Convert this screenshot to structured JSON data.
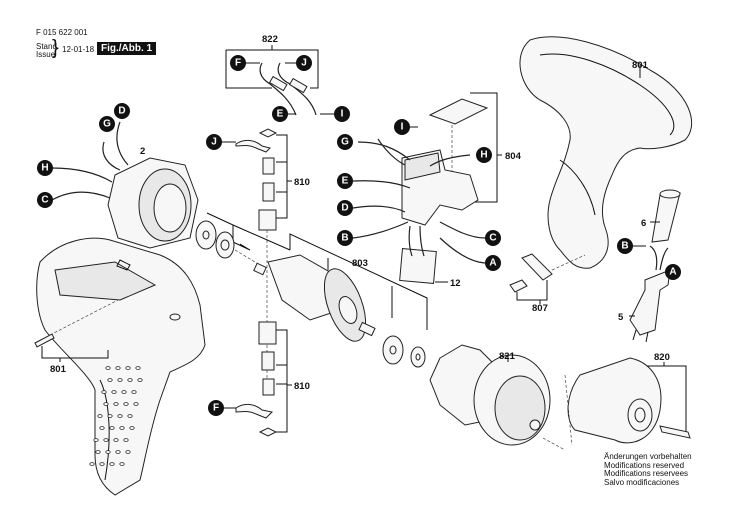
{
  "header": {
    "part_number": "F 015 622 001",
    "stand_label": "Stand",
    "issue_label": "Issue",
    "date": "12-01-18",
    "figure_label": "Fig./Abb. 1"
  },
  "part_labels": {
    "p822": "822",
    "p2": "2",
    "p810_top": "810",
    "p810_bottom": "810",
    "p804": "804",
    "p801_right": "801",
    "p801_left": "801",
    "p803": "803",
    "p12": "12",
    "p807": "807",
    "p6": "6",
    "p5": "5",
    "p821": "821",
    "p820": "820"
  },
  "connectors": {
    "c822_F": "F",
    "c822_J": "J",
    "c822_E": "E",
    "c822_I": "I",
    "stator_D": "D",
    "stator_G": "G",
    "stator_H": "H",
    "stator_C": "C",
    "brush_J": "J",
    "brush_F": "F",
    "switch_I": "I",
    "switch_G": "G",
    "switch_H": "H",
    "switch_E": "E",
    "switch_D": "D",
    "switch_B": "B",
    "switch_C": "C",
    "switch_A": "A",
    "cord_B": "B",
    "cord_A": "A"
  },
  "footer_notes": [
    "Änderungen vorbehalten",
    "Modifications reserved",
    "Modifications reservees",
    "Salvo modificaciones"
  ]
}
